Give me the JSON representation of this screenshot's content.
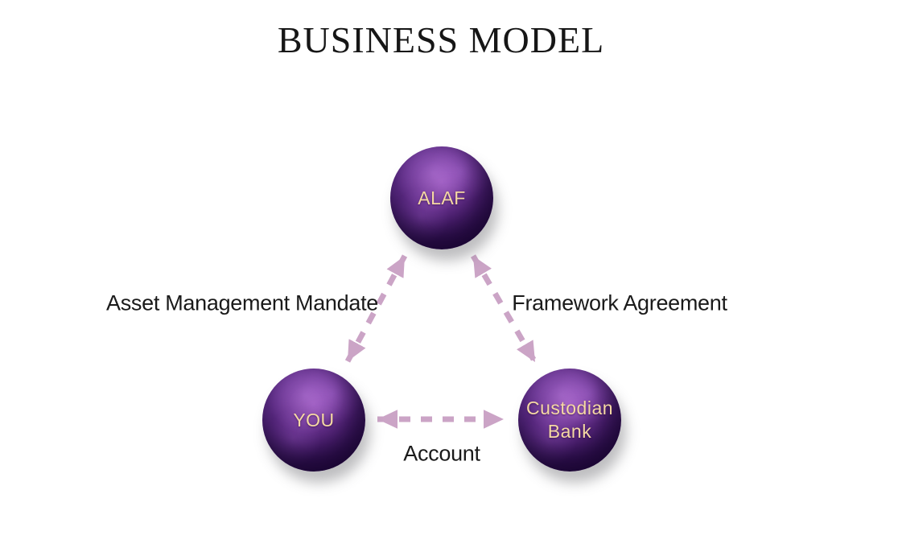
{
  "title": "BUSINESS MODEL",
  "colors": {
    "background": "#FFFFFF",
    "title_text": "#161616",
    "label_text": "#1A1A1A",
    "arrow": "#CBA4C6",
    "sphere_text": "#F5D9A3",
    "sphere_light": "#8D4CAE",
    "sphere_dark": "#2E0E4E"
  },
  "diagram": {
    "nodes": [
      {
        "id": "alaf",
        "label": "ALAF"
      },
      {
        "id": "you",
        "label": "YOU"
      },
      {
        "id": "custodian_bank",
        "label": "Custodian Bank"
      }
    ],
    "edges": [
      {
        "id": "asset_management_mandate",
        "from": "you",
        "to": "alaf",
        "label": "Asset Management Mandate"
      },
      {
        "id": "framework_agreement",
        "from": "alaf",
        "to": "custodian_bank",
        "label": "Framework Agreement"
      },
      {
        "id": "account",
        "from": "you",
        "to": "custodian_bank",
        "label": "Account"
      }
    ]
  }
}
